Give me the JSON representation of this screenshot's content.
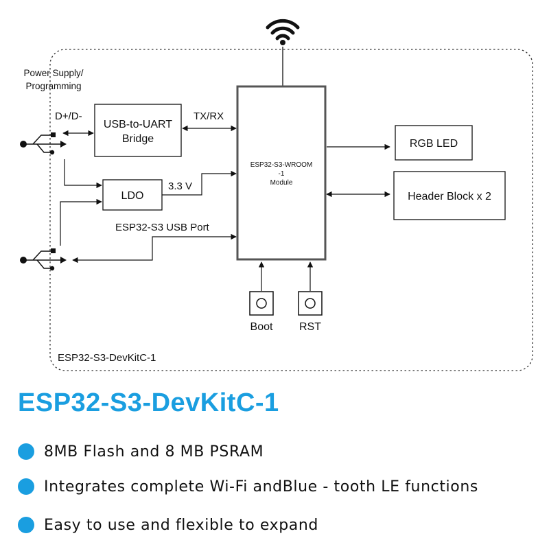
{
  "diagram": {
    "power_label_line1": "Power Supply/",
    "power_label_line2": "Programming",
    "dpdm_label": "D+/D-",
    "usb_uart_line1": "USB-to-UART",
    "usb_uart_line2": "Bridge",
    "txrx_label": "TX/RX",
    "ldo_label": "LDO",
    "voltage_label": "3.3 V",
    "usb_port_label": "ESP32-S3 USB Port",
    "module_line1": "ESP32-S3-WROOM",
    "module_line2": "-1",
    "module_line3": "Module",
    "rgb_led_label": "RGB LED",
    "header_block_label": "Header Block x 2",
    "boot_label": "Boot",
    "rst_label": "RST",
    "board_label": "ESP32-S3-DevKitC-1",
    "icons": [
      "wifi-icon",
      "usb-icon",
      "usb-icon",
      "push-button-icon",
      "push-button-icon"
    ]
  },
  "product_title": "ESP32-S3-DevKitC-1",
  "features": [
    "8MB Flash and 8 MB PSRAM",
    "Integrates complete Wi-Fi andBlue - tooth LE functions",
    "Easy to use and flexible to expand"
  ],
  "colors": {
    "accent": "#1a9ee0",
    "line": "#111111",
    "module_border": "#555555"
  }
}
